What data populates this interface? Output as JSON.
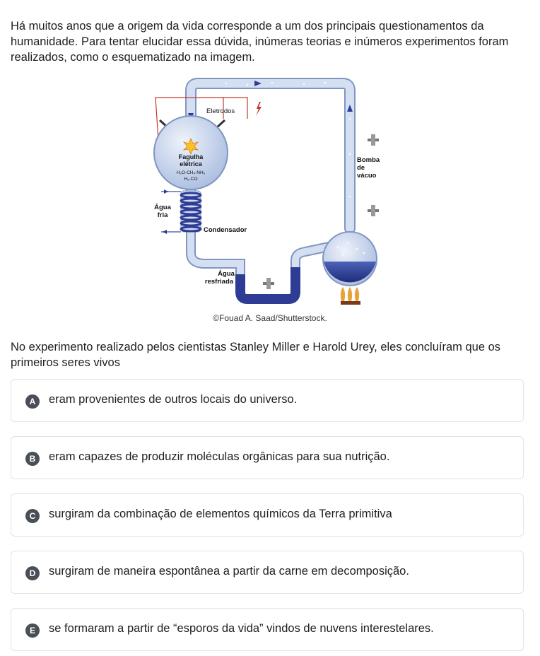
{
  "intro_text": "Há muitos anos que a origem da vida corresponde a um dos principais questionamentos da humanidade. Para tentar elucidar essa dúvida, inúmeras teorias e inúmeros experimentos foram realizados, como o esquematizado na imagem.",
  "figure": {
    "labels": {
      "eletrodos": "Eletrodos",
      "fagulha_1": "Fagulha",
      "fagulha_2": "elétrica",
      "gases_1": "H₂O-CH₄-NH₃",
      "gases_2": "H₂-CO",
      "bomba_1": "Bomba",
      "bomba_2": "de",
      "bomba_3": "vácuo",
      "agua_fria_1": "Água",
      "agua_fria_2": "fria",
      "condensador": "Condensador",
      "agua_resfriada_1": "Água",
      "agua_resfriada_2": "resfriada"
    },
    "caption": "©Fouad A. Saad/Shutterstock."
  },
  "question_text": "No experimento realizado pelos cientistas Stanley Miller e Harold Urey, eles concluíram que os primeiros seres vivos",
  "options": [
    {
      "letter": "A",
      "text": "eram provenientes de outros locais do universo."
    },
    {
      "letter": "B",
      "text": "eram capazes de produzir moléculas orgânicas para sua nutrição."
    },
    {
      "letter": "C",
      "text": "surgiram da combinação de elementos químicos da Terra primitiva"
    },
    {
      "letter": "D",
      "text": "surgiram de maneira espontânea a partir da carne em decomposição."
    },
    {
      "letter": "E",
      "text": "se formaram a partir de “esporos da vida” vindos de nuvens interestelares."
    }
  ],
  "colors": {
    "tube": "#c9d8ee",
    "tube_edge": "#7f96c2",
    "water": "#2e3c96",
    "arrow": "#2e3c96",
    "wire": "#c0392b",
    "badge": "#4a4f57"
  }
}
